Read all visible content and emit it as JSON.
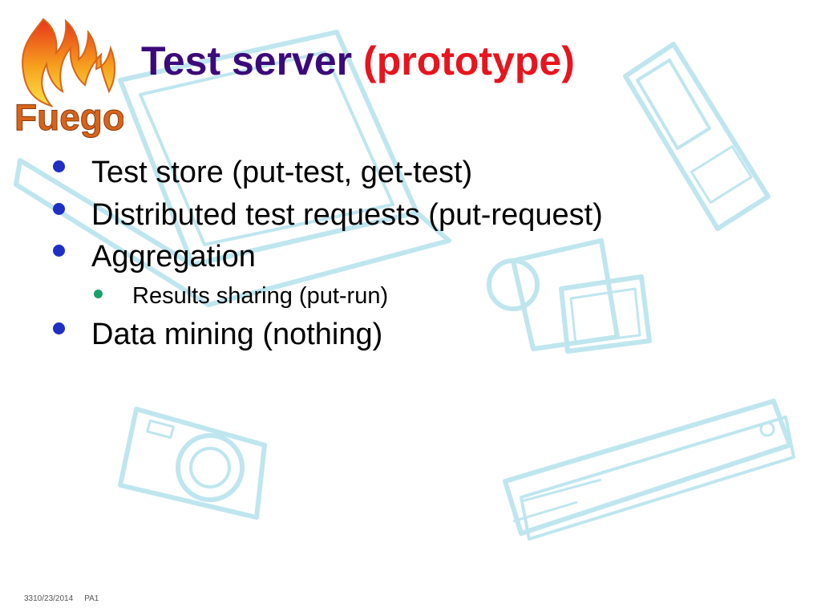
{
  "slide": {
    "title_main": "Test server",
    "title_accent": "(prototype)",
    "logo_text": "Fuego",
    "bullets": [
      "Test store (put-test, get-test)",
      "Distributed test requests (put-request)",
      "Aggregation",
      "Results sharing (put-run)",
      "Data mining (nothing)"
    ]
  },
  "footer": {
    "slide_number": "33",
    "date": "10/23/2014",
    "tag": "PA1"
  },
  "colors": {
    "title_main": "#3b0a7a",
    "title_accent": "#e8141e",
    "bullet_level1": "#1f2fc4",
    "bullet_level2": "#1aa06a",
    "background_art": "#bfe6ef",
    "logo_text": "#d8641a"
  },
  "icons": [
    "fuego-flame-logo",
    "laptop-icon",
    "mobile-phone-icon",
    "camcorder-icon",
    "compact-camera-icon",
    "set-top-box-icon"
  ]
}
